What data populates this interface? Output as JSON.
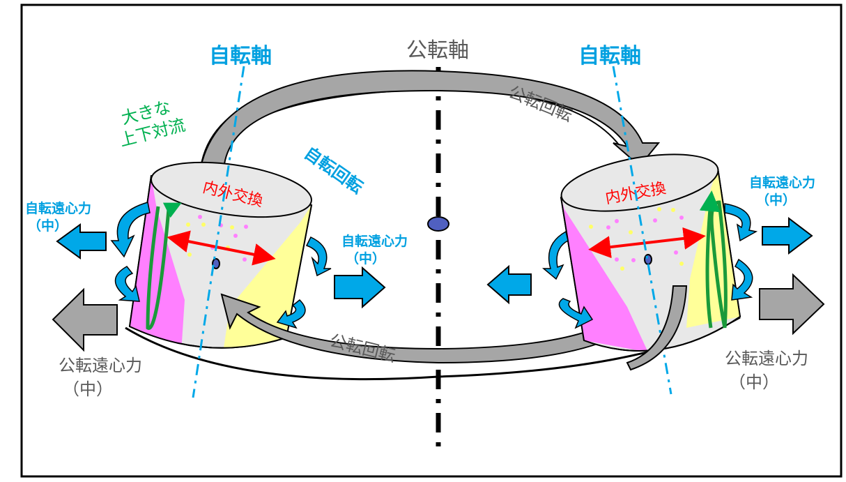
{
  "labels": {
    "revolution_axis": "公転軸",
    "rotation_axis_left": "自転軸",
    "rotation_axis_right": "自転軸",
    "convection_line1": "大きな",
    "convection_line2": "上下対流",
    "inner_outer_exchange_left": "内外交換",
    "inner_outer_exchange_right": "内外交換",
    "rotation_label": "自転回転",
    "revolution_top": "公転回転",
    "revolution_bottom": "公転回転",
    "rot_centrifugal_left": "自転遠心力",
    "rot_centrifugal_left_sub": "（中）",
    "rot_centrifugal_mid": "自転遠心力",
    "rot_centrifugal_mid_sub": "（中）",
    "rot_centrifugal_right": "自転遠心力",
    "rot_centrifugal_right_sub": "（中）",
    "rev_centrifugal_left": "公転遠心力",
    "rev_centrifugal_left_sub": "（中）",
    "rev_centrifugal_right": "公転遠心力",
    "rev_centrifugal_right_sub": "（中）"
  },
  "colors": {
    "black": "#000000",
    "gray_text": "#595959",
    "blue_text": "#00a0e0",
    "green_text": "#00b050",
    "red": "#ff0000",
    "blue_arrow": "#00a8e8",
    "gray_arrow": "#a6a6a6",
    "container_fill": "#e8e8e8",
    "pink": "#ff80ff",
    "yellow": "#ffff99",
    "green_loop": "#1a9a3a",
    "pivot": "#5060c0"
  }
}
